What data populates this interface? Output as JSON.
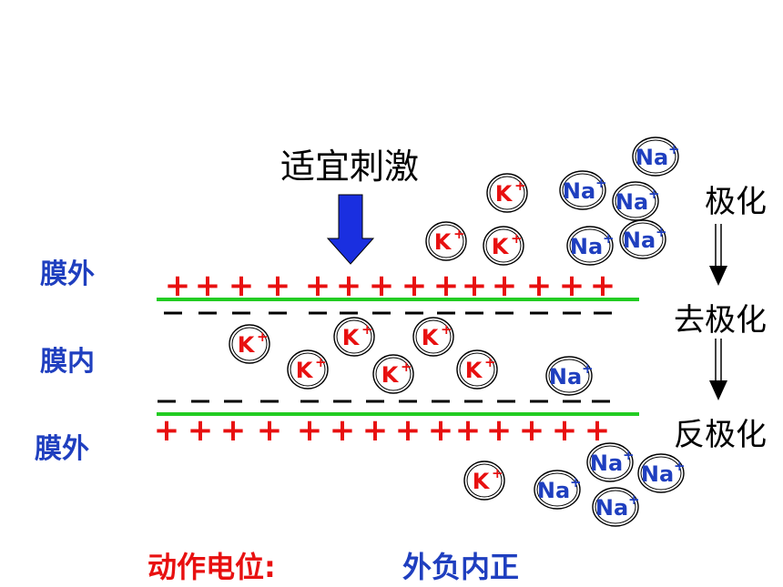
{
  "stimulus_label": "适宜刺激",
  "membrane": {
    "outer_top": "膜外",
    "inner": "膜内",
    "outer_bottom": "膜外"
  },
  "stages": [
    "极化",
    "去极化",
    "反极化"
  ],
  "ions": {
    "k_label": "K",
    "na_label": "Na",
    "charge": "+"
  },
  "charges": {
    "positive": "+",
    "negative": "–"
  },
  "footer": {
    "title": "动作电位:",
    "value": "外负内正"
  },
  "colors": {
    "membrane": "#22cc22",
    "positive": "#e81010",
    "negative": "#000000",
    "k_ion": "#e81010",
    "na_ion": "#1f3fbf",
    "arrow": "#1a2fe0"
  }
}
